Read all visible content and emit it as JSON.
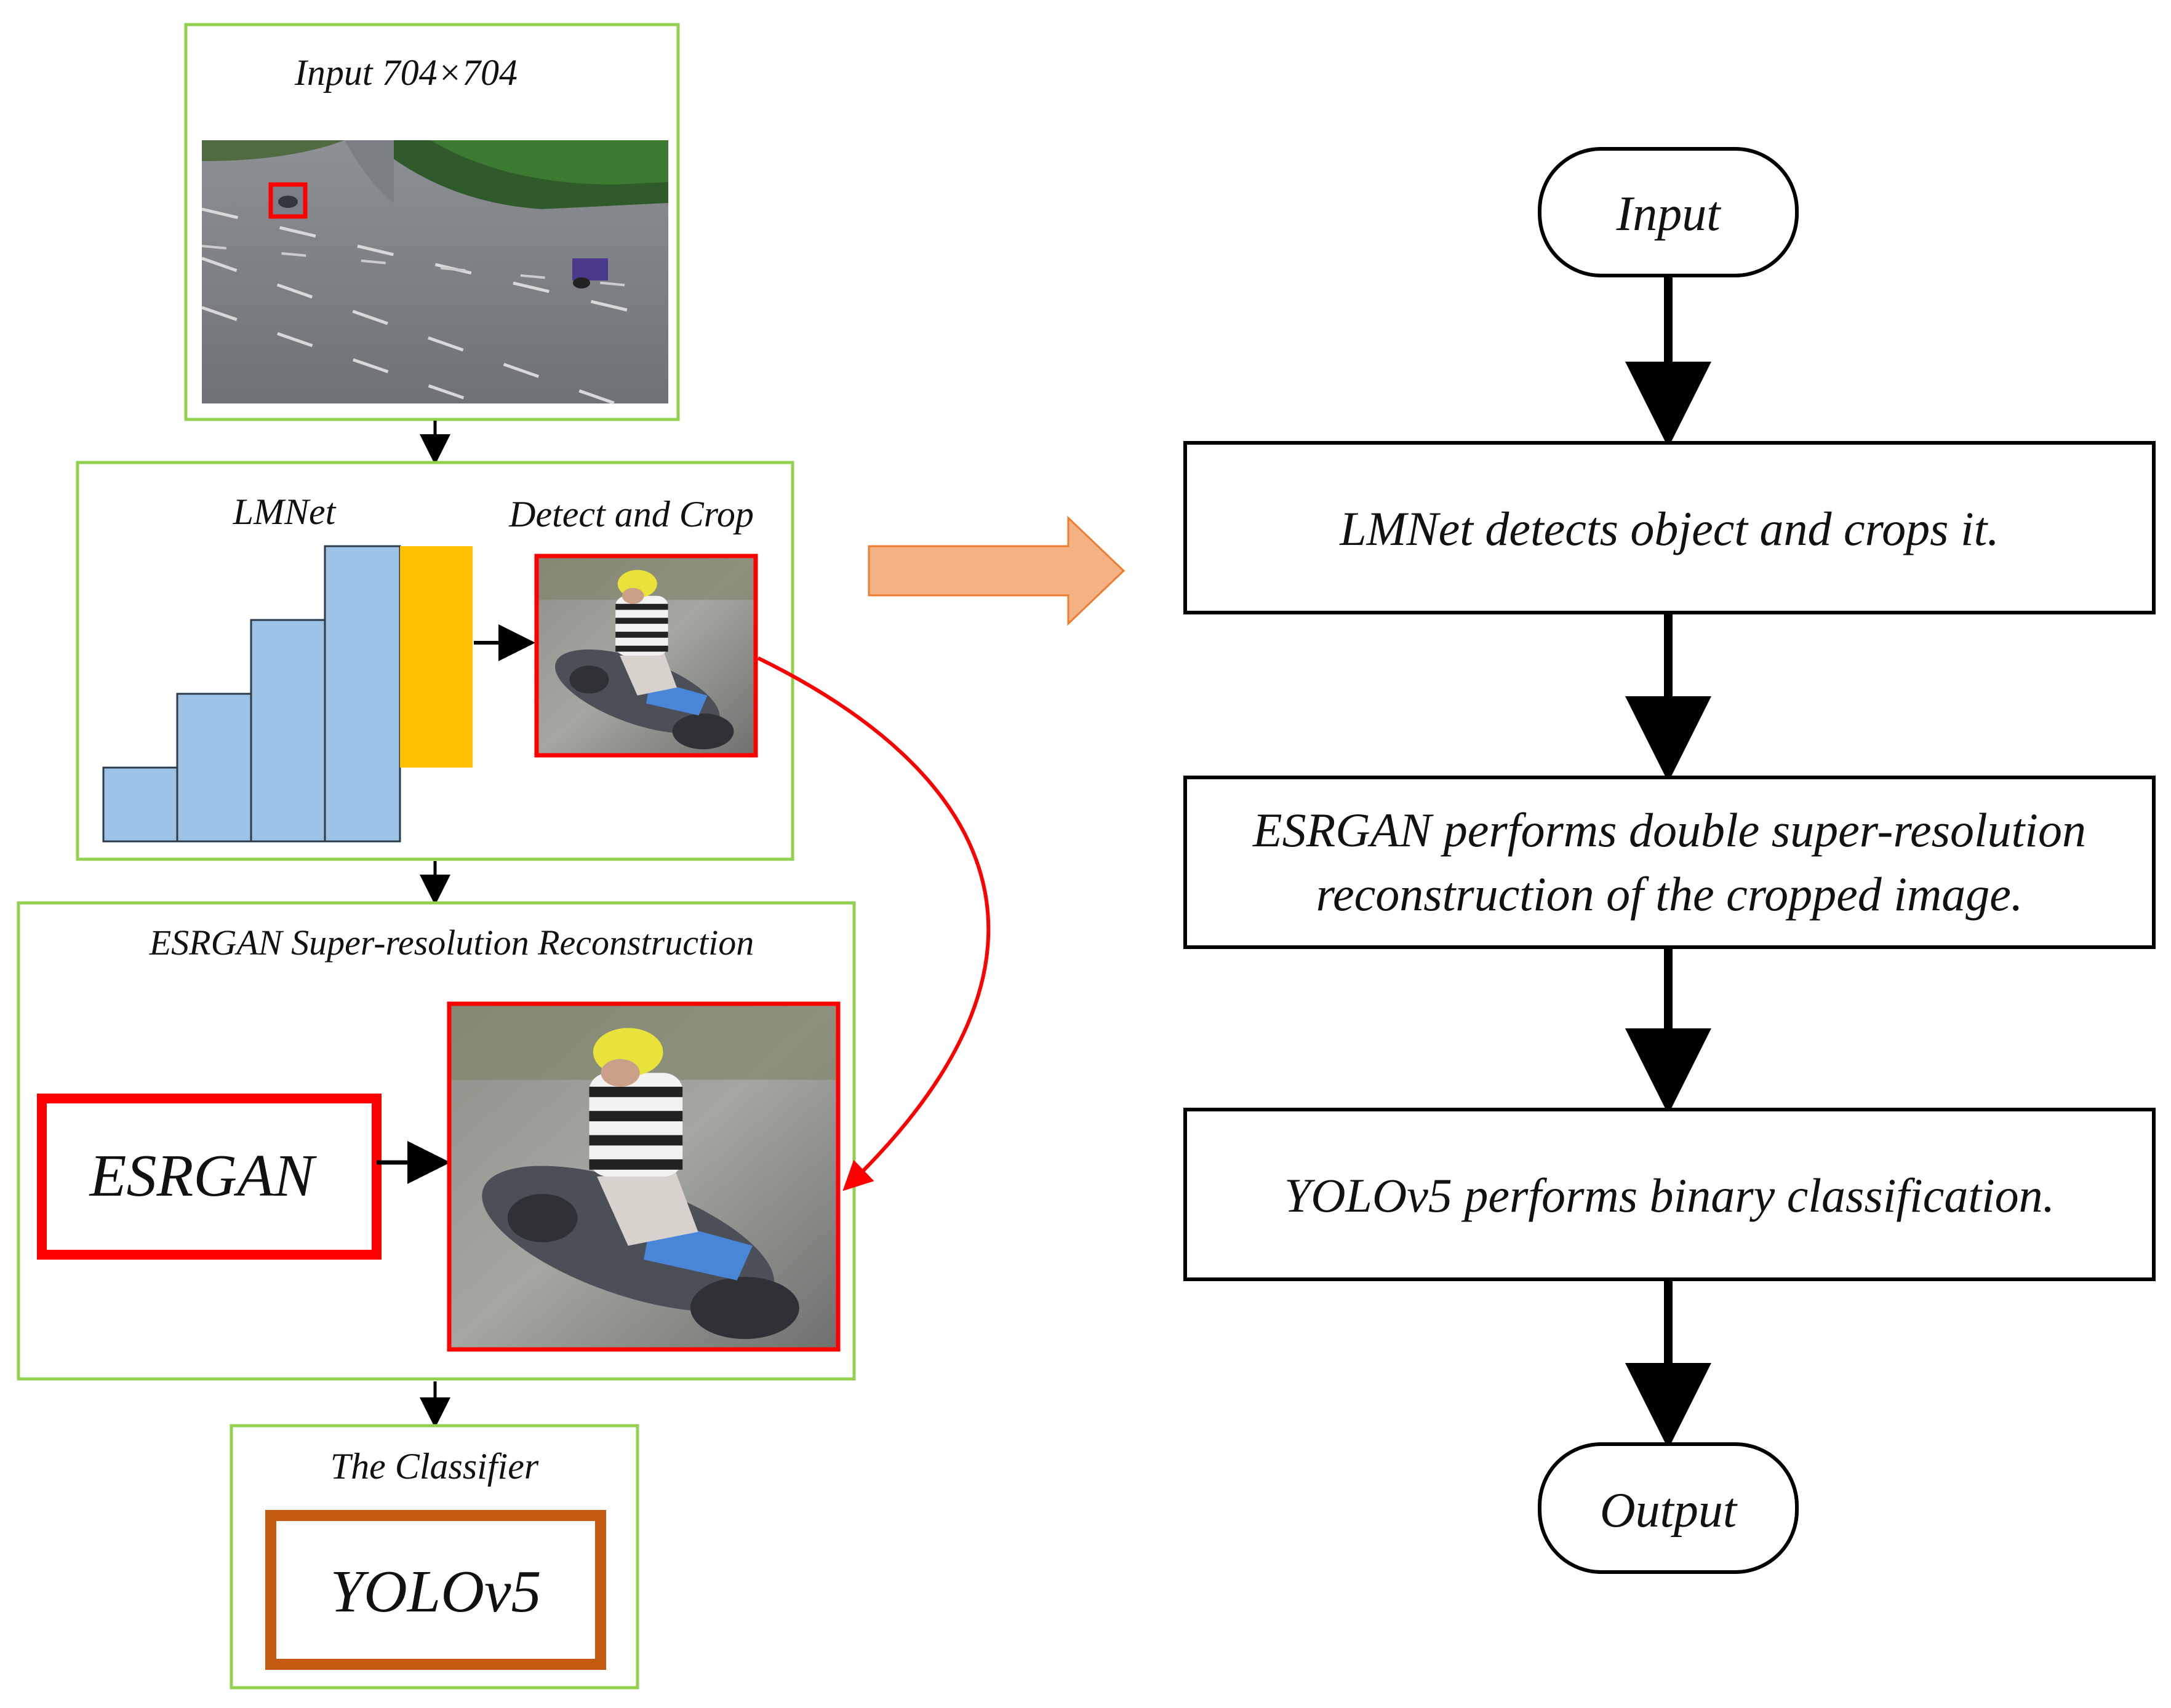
{
  "left_panel": {
    "input": {
      "title": "Input 704×704"
    },
    "lmnet": {
      "title": "LMNet",
      "crop_title": "Detect and Crop"
    },
    "esrgan": {
      "title": "ESRGAN Super-resolution Reconstruction",
      "box_label": "ESRGAN"
    },
    "classifier": {
      "title": "The Classifier",
      "box_label": "YOLOv5"
    }
  },
  "flowchart": {
    "start": "Input",
    "steps": [
      {
        "lines": [
          "LMNet detects object and crops it."
        ]
      },
      {
        "lines": [
          "ESRGAN performs double super-resolution",
          "reconstruction of the cropped image."
        ]
      },
      {
        "lines": [
          "YOLOv5 performs binary classification."
        ]
      }
    ],
    "end": "Output"
  },
  "colors": {
    "panel_border": "#92d050",
    "bar_blue": "#9dc3e6",
    "bar_orange": "#ffc000",
    "highlight_red": "#ff0000",
    "yolo_border": "#c55a11",
    "big_arrow_fill": "#f4b183",
    "big_arrow_stroke": "#ed7d31",
    "line_dark": "#000000"
  }
}
